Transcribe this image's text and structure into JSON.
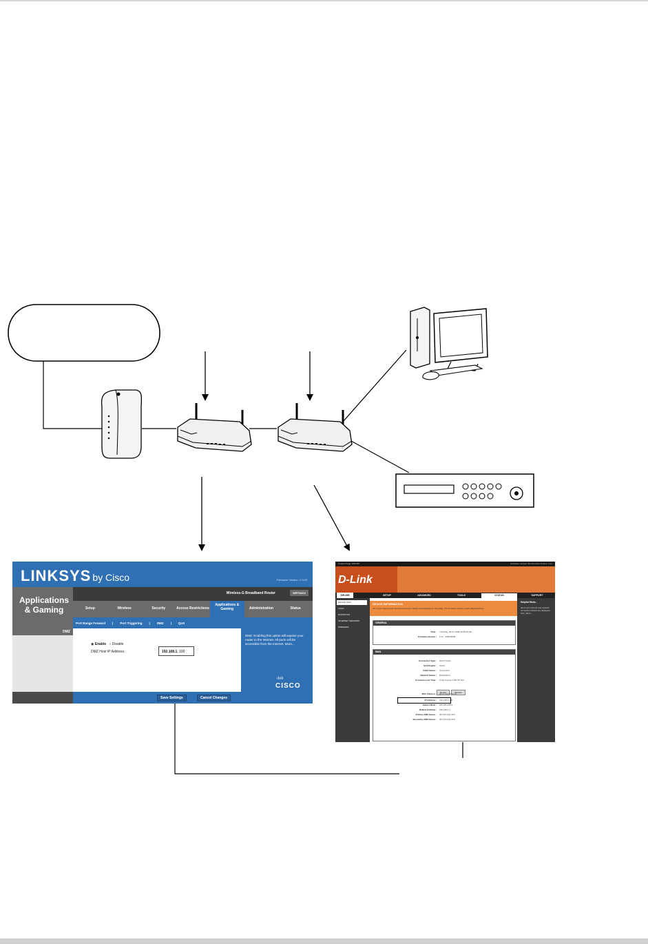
{
  "linksys": {
    "logo": "LINKSYS",
    "logo_suffix": "by Cisco",
    "firmware": "Firmware Version: 1.0.00",
    "section": "Applications & Gaming",
    "product": "Wireless-G Broadband Router",
    "model": "WRT54G2",
    "tabs": [
      "Setup",
      "Wireless",
      "Security",
      "Access Restrictions",
      "Applications & Gaming",
      "Administration",
      "Status"
    ],
    "subtabs": [
      "Port Range Forward",
      "|",
      "Port Triggering",
      "|",
      "DMZ",
      "|",
      "QoS"
    ],
    "left_label": "DMZ",
    "radio_enable": "Enable",
    "radio_disable": "Disable",
    "dmz_host_label": "DMZ Host IP Address:",
    "ip_prefix": "192.168.1.",
    "ip_last": "100",
    "help_text": "DMZ: Enabling this option will expose your router to the Internet. All ports will be accessible from the Internet. More...",
    "cisco_bars": "ılıılı",
    "cisco": "CISCO",
    "save_button": "Save Settings",
    "cancel_button": "Cancel Changes"
  },
  "dlink": {
    "topbar_left": "Product Page: DIR-655",
    "topbar_right": "Hardware Version: B1    Firmware Version: 1.21",
    "logo": "D-Link",
    "model_tab": "DIR-655",
    "tabs": [
      "SETUP",
      "ADVANCED",
      "TOOLS",
      "STATUS",
      "SUPPORT"
    ],
    "left_items": [
      "DEVICE INFO",
      "LOGS",
      "STATISTICS",
      "INTERNET SESSIONS",
      "WIRELESS"
    ],
    "device_info_title": "DEVICE INFORMATION",
    "device_info_text": "All of your Internet and network connection details are displayed on this page. The firmware version is also displayed here.",
    "general_header": "GENERAL",
    "general_rows": [
      {
        "k": "Time :",
        "v": "Thursday, 08-07-2008 10:28:18 AM"
      },
      {
        "k": "Firmware Version :",
        "v": "1.21 , 2008/05/08"
      }
    ],
    "wan_header": "WAN",
    "wan_rows": [
      {
        "k": "Connection Type :",
        "v": "DHCP Client"
      },
      {
        "k": "QoS Engine :",
        "v": "Active"
      },
      {
        "k": "Cable Status :",
        "v": "Connected"
      },
      {
        "k": "Network Status :",
        "v": "Established"
      },
      {
        "k": "Connection Up Time :",
        "v": "0 Day 0 Hour 4 Min 56 Sec"
      },
      {
        "k": "MAC Address :",
        "v": "00:1C:F0:5E:00:40"
      },
      {
        "k": "IP Address :",
        "v": "192.168.1.100"
      },
      {
        "k": "Subnet Mask :",
        "v": "255.255.255.0"
      },
      {
        "k": "Default Gateway :",
        "v": "192.168.1.1"
      },
      {
        "k": "Primary DNS Server :",
        "v": "207.164.234.193"
      },
      {
        "k": "Secondary DNS Server :",
        "v": "207.164.234.129"
      }
    ],
    "renew_button": "Renew",
    "release_button": "Release",
    "helpful_hints": "Helpful Hints..",
    "hints_text": "All of your Internet and network connection details are displayed here. More..."
  }
}
